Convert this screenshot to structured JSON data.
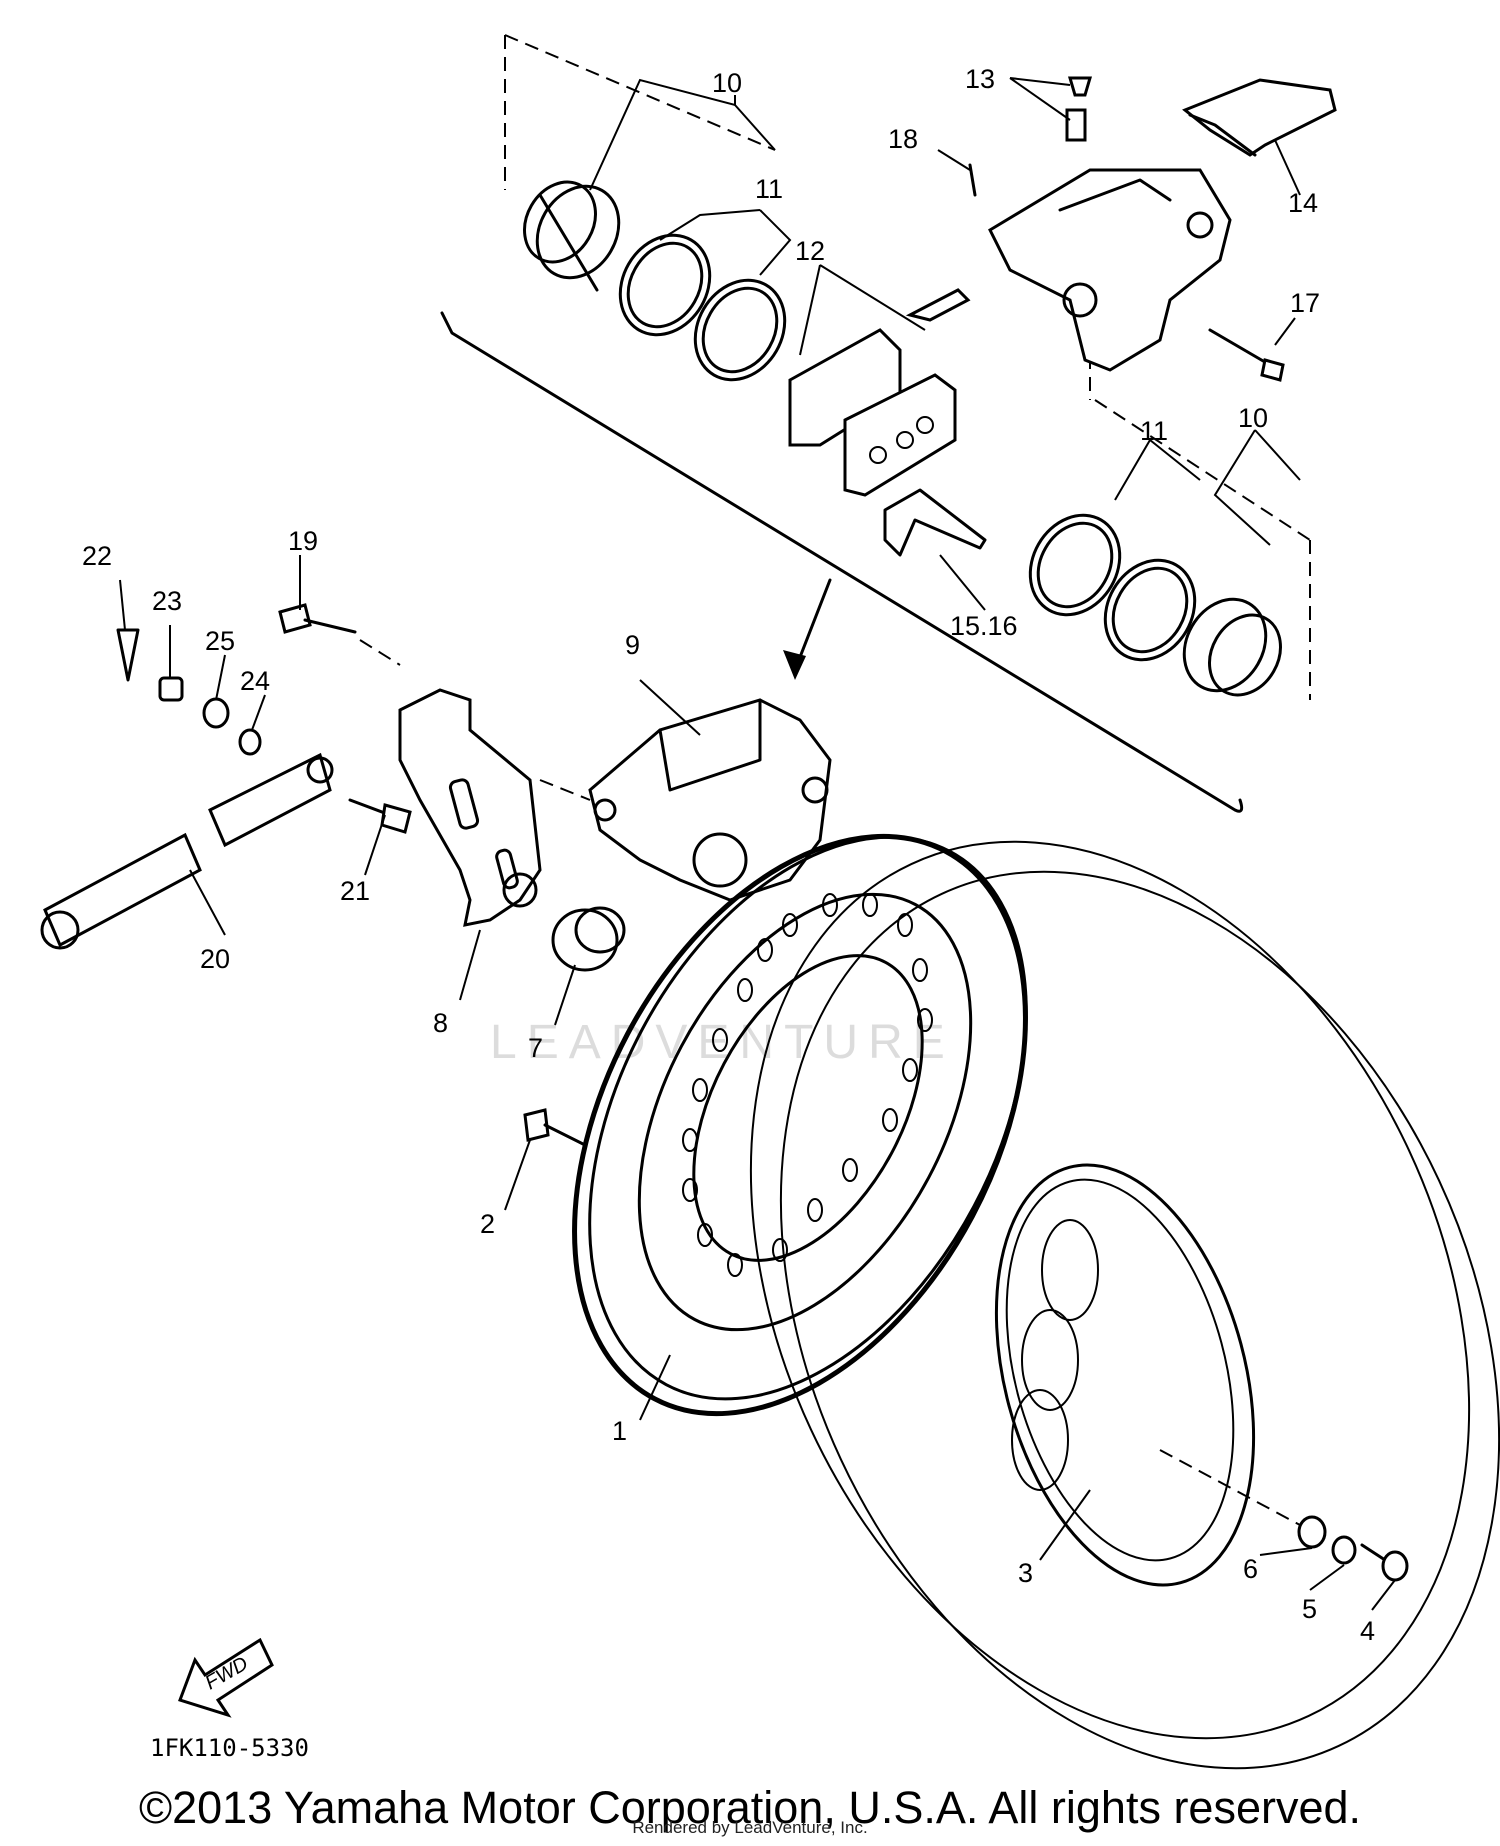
{
  "diagram": {
    "drawing_number": "1FK110-5330",
    "direction_indicator": "FWD",
    "watermark": "LEADVENTURE",
    "callouts": [
      "1",
      "2",
      "3",
      "4",
      "5",
      "6",
      "7",
      "8",
      "9",
      "10",
      "10",
      "11",
      "11",
      "12",
      "13",
      "14",
      "15.16",
      "17",
      "18",
      "19",
      "20",
      "21",
      "22",
      "23",
      "24",
      "25"
    ]
  },
  "footer": {
    "copyright": "©2013 Yamaha Motor Corporation, U.S.A. All rights reserved.",
    "rendered_by": "Rendered by LeadVenture, Inc."
  }
}
